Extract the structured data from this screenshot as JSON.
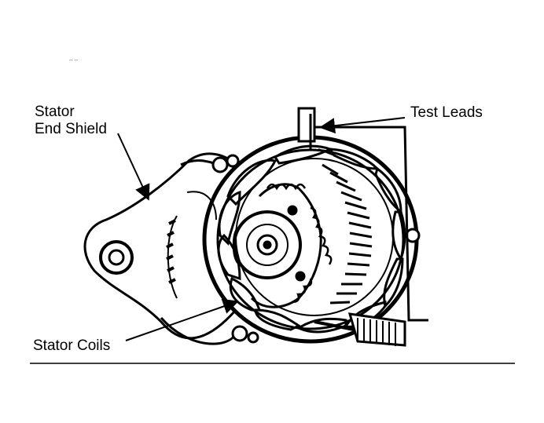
{
  "labels": {
    "stator_end_shield_line1": "Stator",
    "stator_end_shield_line2": "End Shield",
    "test_leads": "Test Leads",
    "stator_coils": "Stator Coils"
  }
}
